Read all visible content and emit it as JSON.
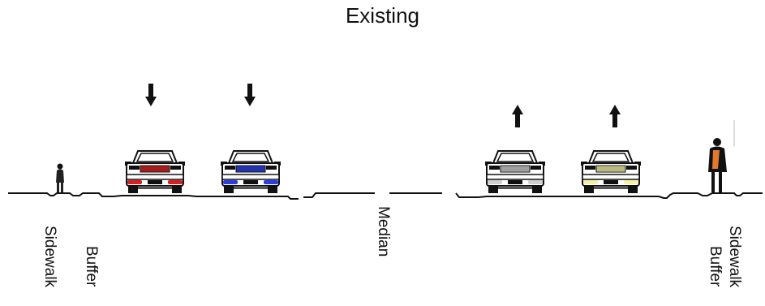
{
  "title": "Existing",
  "labels": {
    "sidewalk_left": "Sidewalk",
    "buffer_left": "Buffer",
    "median": "Median",
    "buffer_right": "Buffer",
    "sidewalk_right": "Sidewalk"
  },
  "vehicles": [
    {
      "name": "car-southbound-lane-1",
      "direction": "down",
      "accent": "#d62020"
    },
    {
      "name": "car-southbound-lane-2",
      "direction": "down",
      "accent": "#2b3fe0"
    },
    {
      "name": "car-northbound-lane-1",
      "direction": "up",
      "accent": "#cfcfcf"
    },
    {
      "name": "car-northbound-lane-2",
      "direction": "up",
      "accent": "#f4f0a8"
    }
  ],
  "pedestrians": [
    {
      "name": "pedestrian-left",
      "accent": "#222222"
    },
    {
      "name": "pedestrian-right",
      "accent": "#e07a2e"
    }
  ],
  "colors": {
    "line": "#111111",
    "background": "#ffffff"
  }
}
